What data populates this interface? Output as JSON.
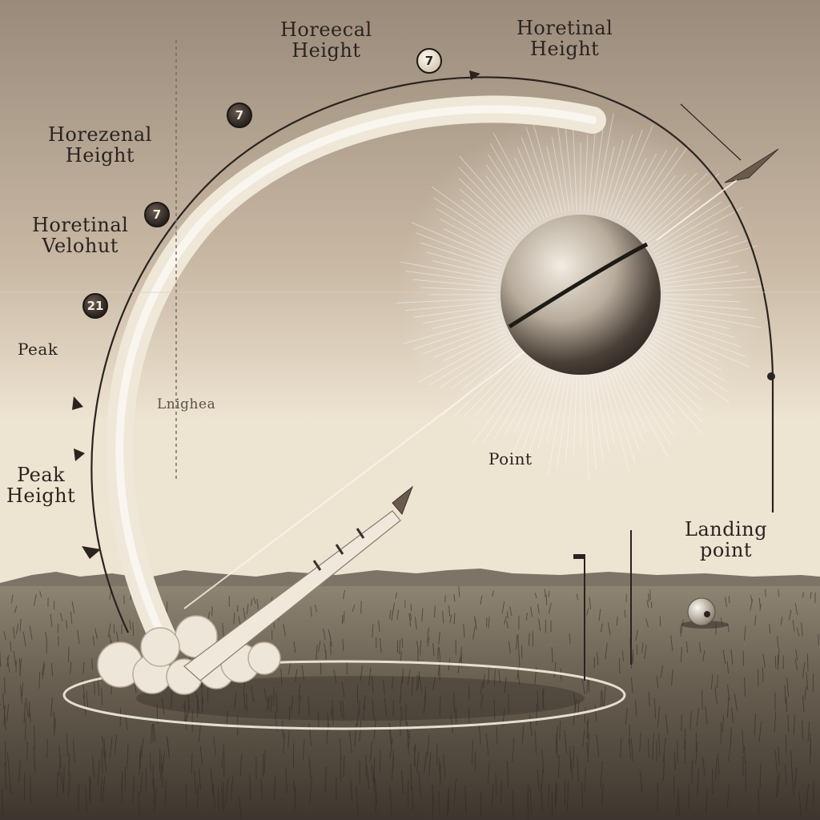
{
  "labels": {
    "top_left_title": "Horeecal\nHeight",
    "top_right_title": "Horetinal\nHeight",
    "left_upper": "Horezenal\nHeight",
    "left_middle": "Horetinal\nVelohut",
    "peak": "Peak",
    "peak_height": "Peak\nHeight",
    "faint_center": "Lnighea",
    "point": "Point",
    "landing_point": "Landing\npoint"
  },
  "markers": {
    "top": "7",
    "upper_left": "7",
    "middle_left": "7",
    "lower_left": "21"
  },
  "colors": {
    "sky_top": "#9c8c7c",
    "sky_bottom": "#efe6d6",
    "grass": "#6e6456",
    "ink": "#2a241f",
    "cream": "#f4eee2"
  }
}
